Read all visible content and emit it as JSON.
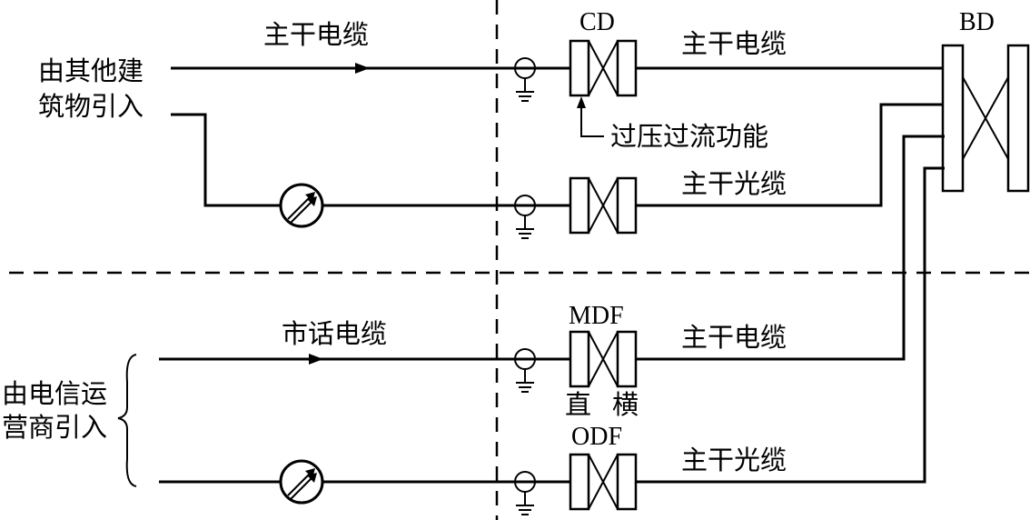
{
  "labels": {
    "main_cable_top": "主干电缆",
    "cd": "CD",
    "bd": "BD",
    "main_cable_cd": "主干电缆",
    "source_building_1": "由其他建",
    "source_building_2": "筑物引入",
    "overvoltage": "过压过流功能",
    "main_fiber_1": "主干光缆",
    "city_cable": "市话电缆",
    "mdf": "MDF",
    "main_cable_mdf": "主干电缆",
    "source_telecom_1": "由电信运",
    "source_telecom_2": "营商引入",
    "zhi": "直",
    "heng": "横",
    "odf": "ODF",
    "main_fiber_2": "主干光缆"
  }
}
